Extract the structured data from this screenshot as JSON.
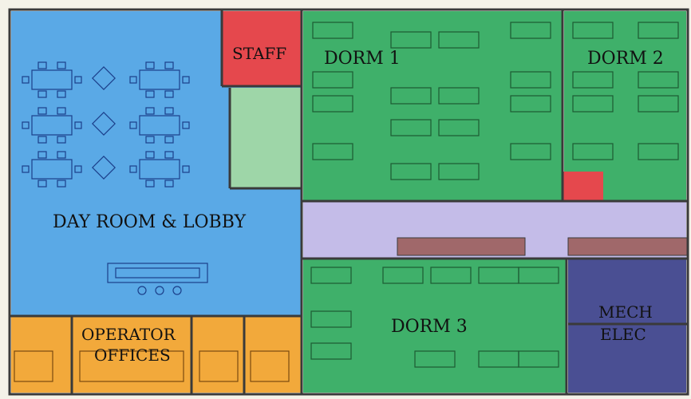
{
  "rooms": {
    "dayroom": {
      "label": "DAY ROOM & LOBBY",
      "color": "#5aa9e6"
    },
    "staff": {
      "label": "STAFF",
      "color": "#e5484d"
    },
    "dorm1": {
      "label": "DORM 1",
      "color": "#3fb06a"
    },
    "dorm2": {
      "label": "DORM 2",
      "color": "#3fb06a"
    },
    "dorm3": {
      "label": "DORM 3",
      "color": "#3fb06a"
    },
    "operator": {
      "label_line1": "OPERATOR",
      "label_line2": "OFFICES",
      "color": "#f2a93b"
    },
    "mech": {
      "label_line1": "MECH",
      "label_line2": "ELEC",
      "color": "#4a4f93"
    }
  },
  "colors": {
    "corridor": "#c4bce8",
    "bathroom": "#9ed6a8",
    "wall": "#3a3a3a",
    "furniture_line": "#1b3f8a",
    "bench": "#a0686a",
    "small_red": "#e5484d"
  }
}
